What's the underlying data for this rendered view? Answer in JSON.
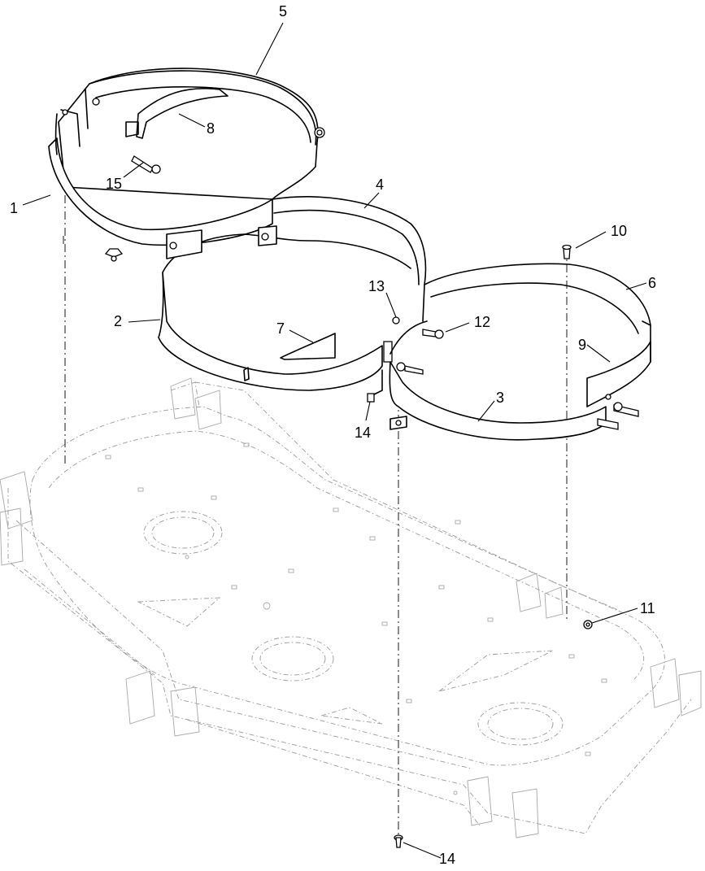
{
  "figure": {
    "callouts": [
      {
        "id": "c5",
        "text": "5"
      },
      {
        "id": "c8",
        "text": "8"
      },
      {
        "id": "c15",
        "text": "15"
      },
      {
        "id": "c1",
        "text": "1"
      },
      {
        "id": "c4",
        "text": "4"
      },
      {
        "id": "c10",
        "text": "10"
      },
      {
        "id": "c6",
        "text": "6"
      },
      {
        "id": "c13",
        "text": "13"
      },
      {
        "id": "c12",
        "text": "12"
      },
      {
        "id": "c2",
        "text": "2"
      },
      {
        "id": "c7",
        "text": "7"
      },
      {
        "id": "c9",
        "text": "9"
      },
      {
        "id": "c3",
        "text": "3"
      },
      {
        "id": "c14a",
        "text": "14"
      },
      {
        "id": "c11",
        "text": "11"
      },
      {
        "id": "c14b",
        "text": "14"
      }
    ]
  }
}
